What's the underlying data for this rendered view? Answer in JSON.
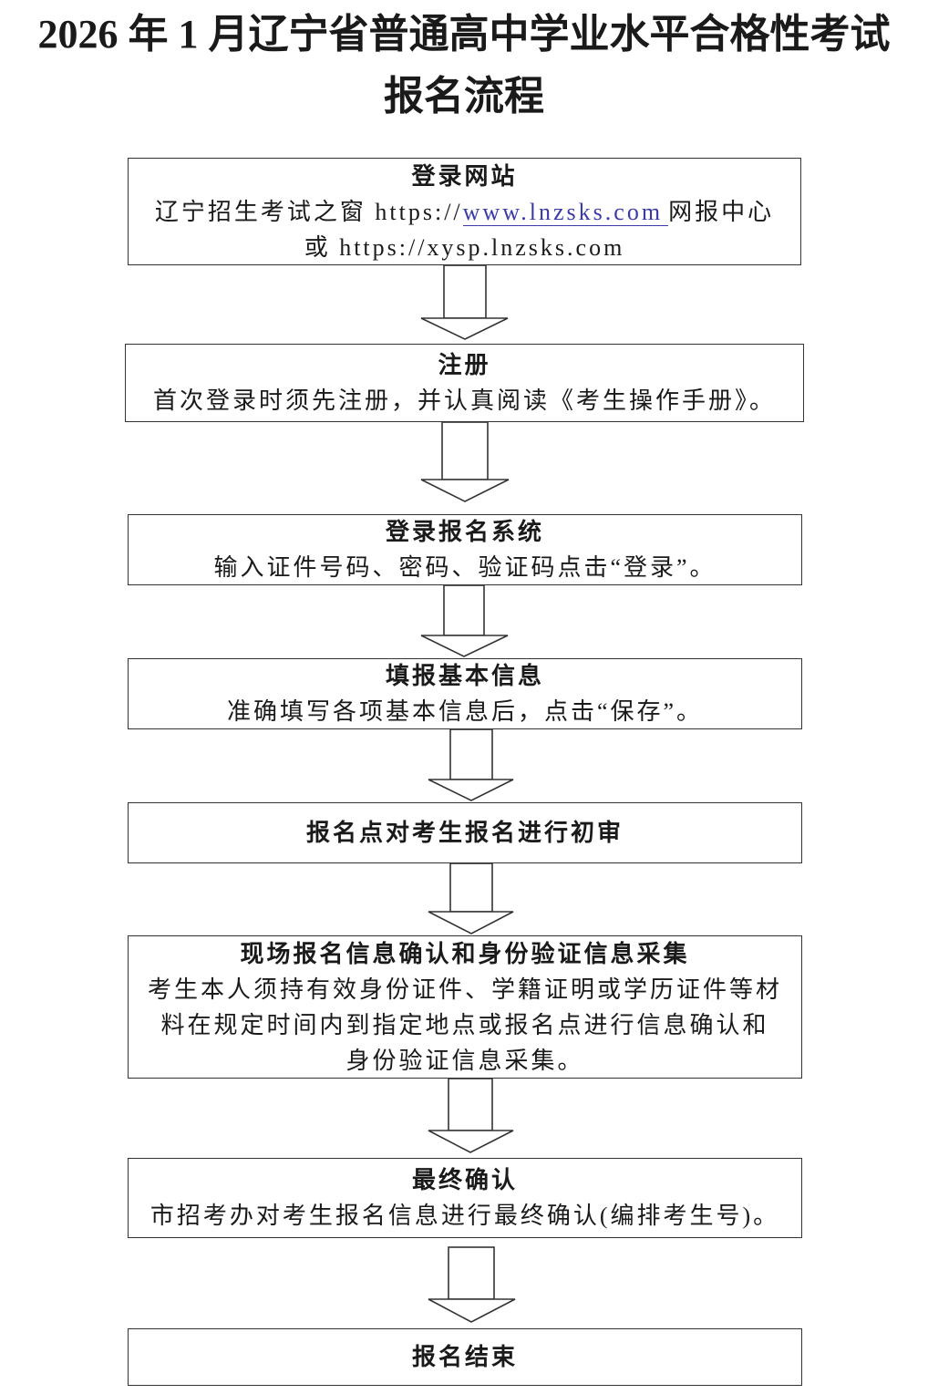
{
  "title": {
    "line1": "2026 年 1 月辽宁省普通高中学业水平合格性考试",
    "line2": "报名流程"
  },
  "steps": [
    {
      "heading": "登录网站",
      "site_prefix": "辽宁招生考试之窗 https://",
      "site_link": "www.lnzsks.com",
      "site_suffix": "网报中心",
      "alt_line": "或 https://xysp.lnzsks.com"
    },
    {
      "heading": "注册",
      "lines": [
        "首次登录时须先注册，并认真阅读《考生操作手册》。"
      ]
    },
    {
      "heading": "登录报名系统",
      "lines": [
        "输入证件号码、密码、验证码点击“登录”。"
      ]
    },
    {
      "heading": "填报基本信息",
      "lines": [
        "准确填写各项基本信息后，点击“保存”。"
      ]
    },
    {
      "heading": "报名点对考生报名进行初审"
    },
    {
      "heading": "现场报名信息确认和身份验证信息采集",
      "lines": [
        "考生本人须持有效身份证件、学籍证明或学历证件等材",
        "料在规定时间内到指定地点或报名点进行信息确认和",
        "身份验证信息采集。"
      ]
    },
    {
      "heading": "最终确认",
      "lines": [
        "市招考办对考生报名信息进行最终确认(编排考生号)。"
      ]
    },
    {
      "heading": "报名结束"
    }
  ],
  "colors": {
    "text": "#1a1a1a",
    "border": "#333333",
    "link": "#3b3ba8",
    "background": "#ffffff"
  }
}
